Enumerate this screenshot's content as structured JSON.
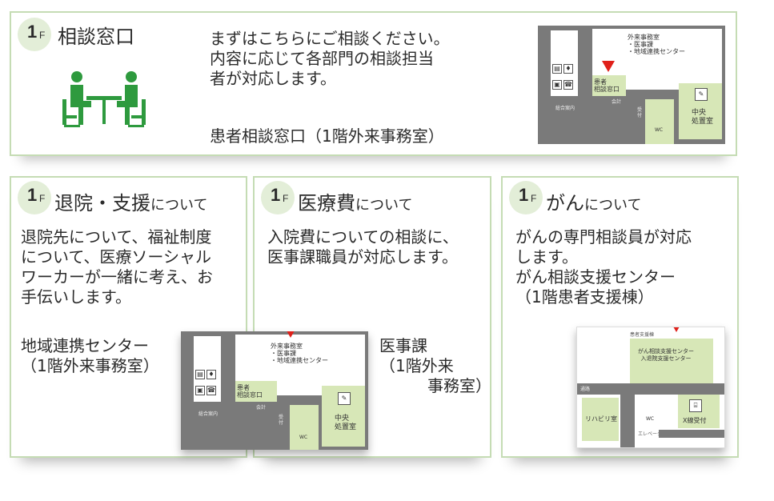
{
  "consult": {
    "floor": "1",
    "floor_suffix": "F",
    "title": "相談窓口",
    "text": "まずはこちらにご相談ください。\n内容に応じて各部門の相談担当\n者が対応します。",
    "location": "患者相談窓口（1階外来事務室）"
  },
  "discharge": {
    "floor": "1",
    "floor_suffix": "F",
    "title_main": "退院・支援",
    "title_suffix": "について",
    "text": "退院先について、福祉制度\nについて、医療ソーシャル\nワーカーが一緒に考え、お\n手伝いします。",
    "location": "地域連携センター\n（1階外来事務室）"
  },
  "cost": {
    "floor": "1",
    "floor_suffix": "F",
    "title_main": "医療費",
    "title_suffix": "について",
    "text": "入院費についての相談に、\n医事課職員が対応します。",
    "location": "医事課\n（1階外来\n　　　事務室）"
  },
  "cancer": {
    "floor": "1",
    "floor_suffix": "F",
    "title_main": "がん",
    "title_suffix": "について",
    "text": "がんの専門相談員が対応\nします。\nがん相談支援センター\n（1階患者支援棟）"
  },
  "map_outpatient": {
    "office": "外来事務室\n・医事課\n・地域連携センター",
    "desk": "患者\n相談窓口",
    "cashier": "会計",
    "info": "総合案内",
    "reception": "受\n付",
    "wc": "WC",
    "treatment": "中央\n処置室"
  },
  "map_support": {
    "center": "がん相談支援センター\n入退院支援センター",
    "rehab": "リハビリ室",
    "xray": "X線受付",
    "wc": "WC",
    "building": "患者支援棟",
    "corridor": "通路",
    "elevator": "エレベーター"
  }
}
